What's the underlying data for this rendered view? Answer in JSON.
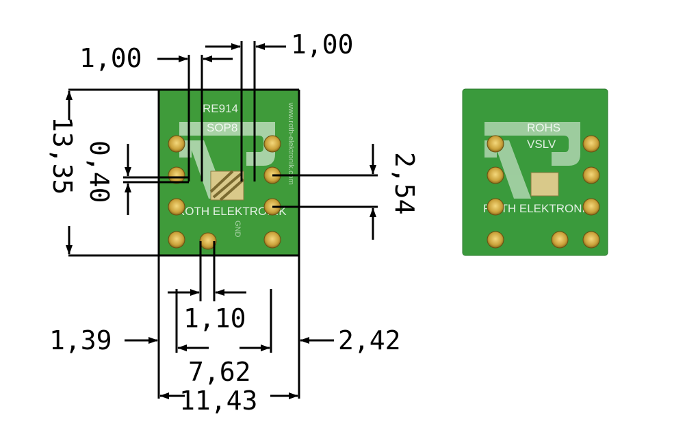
{
  "dimensions": {
    "pitch_label_left": "1,00",
    "pitch_label_right": "1,00",
    "pad_width": "0,40",
    "height": "13,35",
    "row_pitch": "2,54",
    "pad_spacing": "1,10",
    "left_offset": "1,39",
    "right_offset": "2,42",
    "row_distance": "7,62",
    "width": "11,43"
  },
  "board_left": {
    "part_number": "RE914",
    "package": "SOP8",
    "manufacturer": "ROTH ELEKTRONIK",
    "side_text": "www.roth-elektronik.com",
    "side_text2": "GND"
  },
  "board_right": {
    "rohs_label": "ROHS",
    "part_code": "VSLV",
    "manufacturer": "ROTH ELEKTRONIK"
  },
  "colors": {
    "board": "#3f9b3a",
    "pad": "#d6ad45",
    "line": "#000000"
  }
}
